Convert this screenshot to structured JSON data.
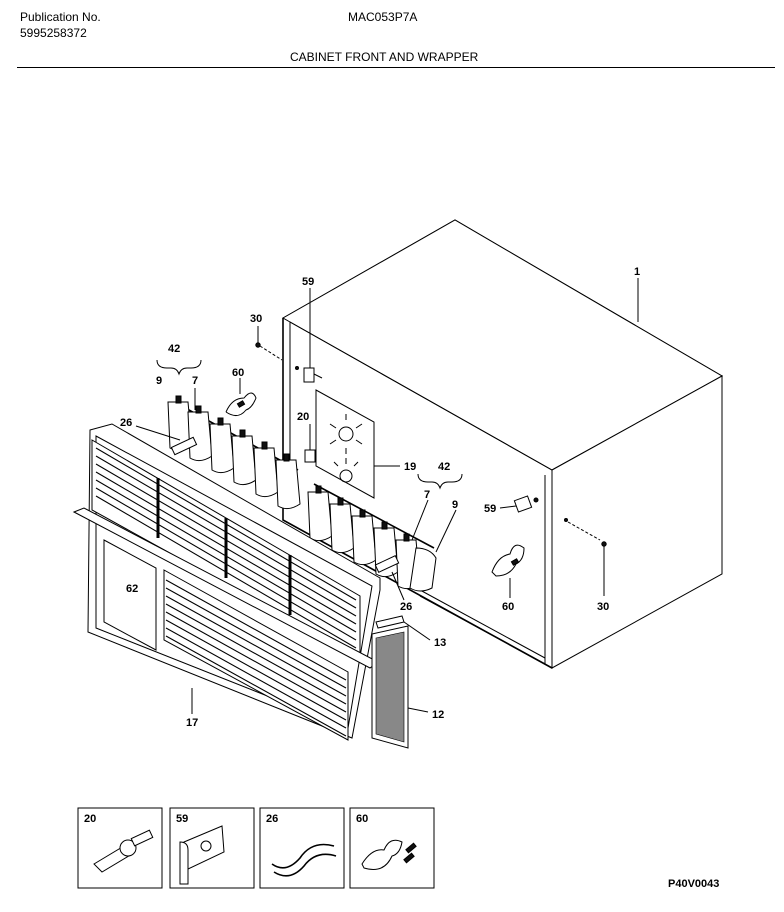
{
  "header": {
    "publication_label": "Publication No.",
    "publication_number": "5995258372",
    "model": "MAC053P7A",
    "title": "CABINET FRONT AND WRAPPER"
  },
  "callouts": {
    "c1": "1",
    "c59": "59",
    "c30a": "30",
    "c42a": "42",
    "c9a": "9",
    "c7a": "7",
    "c60a": "60",
    "c26a": "26",
    "c20": "20",
    "c19": "19",
    "c42b": "42",
    "c7b": "7",
    "c9b": "9",
    "c59b": "59",
    "c62": "62",
    "c26b": "26",
    "c60b": "60",
    "c30b": "30",
    "c13": "13",
    "c12": "12",
    "c17": "17"
  },
  "detail_boxes": [
    "20",
    "59",
    "26",
    "60"
  ],
  "footer": {
    "drawing_code": "P40V0043"
  }
}
